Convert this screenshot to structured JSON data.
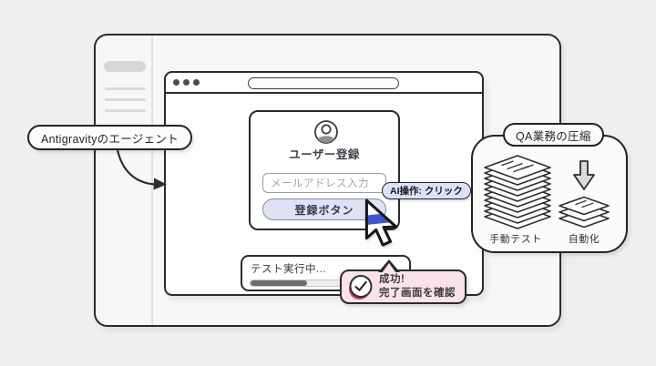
{
  "colors": {
    "bg": "#f0efed",
    "panel": "#f8f7f5",
    "white": "#fdfdfc",
    "ink": "#2c2b2a",
    "lavender": "#dfe2f4",
    "chip": "#dce1f6",
    "blue": "#4156cc",
    "pink": "#f9e3e9",
    "magenta": "#d4366f",
    "muted": "#a7a4aa",
    "track": "#eeedec",
    "fillbar": "#6e6d6d"
  },
  "callouts": {
    "agent": {
      "label": "Antigravityのエージェント"
    },
    "qa": {
      "label": "QA業務の圧縮"
    }
  },
  "browser": {
    "form": {
      "title": "ユーザー登録",
      "email_placeholder": "メールアドレス入力",
      "submit_label": "登録ボタン"
    },
    "ai_action": {
      "label": "AI操作: クリック"
    },
    "progress": {
      "label": "テスト実行中...",
      "percent": 38
    },
    "success": {
      "line1": "成功!",
      "line2": "完了画面を確認"
    }
  },
  "qa_panel": {
    "manual_label": "手動テスト",
    "auto_label": "自動化"
  },
  "icons": {
    "window_controls": "window-control-dots",
    "avatar": "user-avatar-icon",
    "cursor": "mouse-cursor-icon",
    "check": "check-circle-icon",
    "curved_arrow": "curved-arrow-icon",
    "down_arrow": "down-arrow-icon",
    "stack_large": "paper-stack-large-icon",
    "stack_small": "paper-stack-small-icon"
  }
}
